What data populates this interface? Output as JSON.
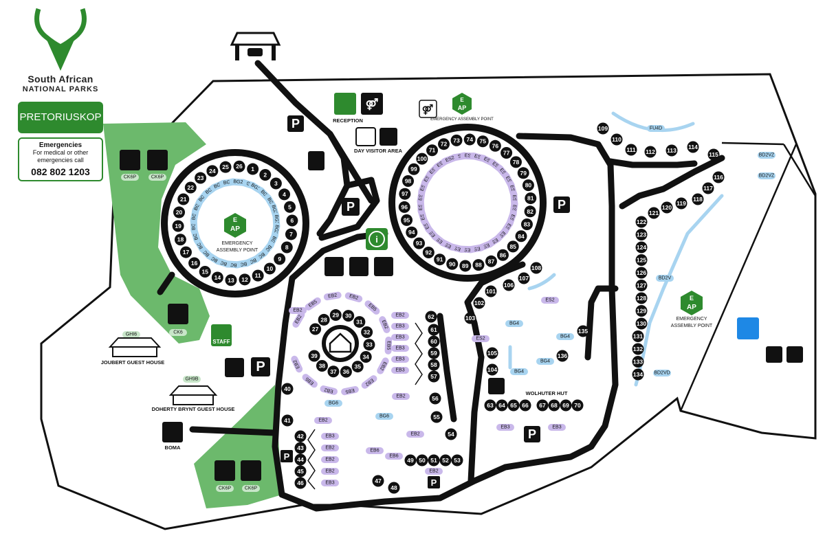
{
  "header": {
    "org_line1": "South African",
    "org_line2": "NATIONAL PARKS",
    "park_name": "PRETORIUSKOP",
    "emergency_title": "Emergencies",
    "emergency_line1": "For medical or other",
    "emergency_line2": "emergencies call",
    "emergency_phone": "082 802 1203"
  },
  "colors": {
    "brand_green": "#2e8a2e",
    "camp_green": "#6cb96c",
    "road": "#111111",
    "site_blue": "#a8d4f0",
    "site_purple": "#c9b8ea",
    "pool_blue": "#1e88e5"
  },
  "labels": {
    "reception": "RECEPTION",
    "day_visitor": "DAY VISITOR AREA",
    "eap_top": "EMERGENCY ASSEMBLY POINT",
    "eap_left_1": "EMERGENCY",
    "eap_left_2": "ASSEMBLY POINT",
    "eap_right_1": "EMERGENCY",
    "eap_right_2": "ASSEMBLY POINT",
    "eap_e": "E",
    "eap_ap": "AP",
    "joubert": "JOUBERT GUEST HOUSE",
    "doherty": "DOHERTY BRYNT GUEST HOUSE",
    "boma": "BOMA",
    "staff": "STAFF",
    "wolhuter": "WOLHUTER HUT",
    "parking": "P"
  },
  "left_circle_numbers": [
    "1",
    "2",
    "3",
    "4",
    "5",
    "6",
    "7",
    "8",
    "9",
    "10",
    "11",
    "12",
    "13",
    "14",
    "15",
    "16",
    "17",
    "18",
    "19",
    "20",
    "21",
    "22",
    "23",
    "24",
    "25",
    "26"
  ],
  "left_circle_tags": [
    "BG2",
    "BG2D",
    "BG2",
    "BG2",
    "BG2D",
    "BG2D",
    "BG2D",
    "BG2",
    "BG2",
    "BG2",
    "BG2",
    "BG2",
    "BG2",
    "BG2",
    "BG2",
    "BG2",
    "BG2",
    "BG2",
    "BG2",
    "BG2",
    "BG2",
    "BG2",
    "BG2",
    "BG2",
    "BG2",
    "BG2"
  ],
  "right_circle_numbers": [
    "73",
    "74",
    "75",
    "76",
    "77",
    "78",
    "79",
    "80",
    "81",
    "82",
    "83",
    "84",
    "85",
    "86",
    "87",
    "88",
    "89",
    "90",
    "91",
    "92",
    "93",
    "94",
    "95",
    "96",
    "97",
    "98",
    "99",
    "100",
    "71",
    "72"
  ],
  "right_circle_tag": "ES2",
  "hub_numbers": [
    "27",
    "28",
    "29",
    "30",
    "31",
    "32",
    "33",
    "34",
    "35",
    "36",
    "37",
    "38",
    "39"
  ],
  "hub_tags": [
    "EB2",
    "EB5",
    "EB2",
    "EB2",
    "EB5",
    "EB2",
    "EB5",
    "EB2",
    "EB2",
    "EB5",
    "EB2",
    "EB5",
    "EB2"
  ],
  "column_61_57": [
    "61",
    "60",
    "59",
    "58",
    "57"
  ],
  "column_61_57_tags": [
    "EB2",
    "EB3",
    "EB3",
    "EB3",
    "EB3",
    "EB3"
  ],
  "left_column": [
    "42",
    "43",
    "44",
    "45",
    "46"
  ],
  "left_column_tags": [
    "EB3",
    "EB2",
    "EB2",
    "EB2",
    "EB3"
  ],
  "bottom_row": [
    "49",
    "50",
    "51",
    "52",
    "53"
  ],
  "row_63_66": [
    "63",
    "64",
    "65",
    "66"
  ],
  "row_67_70": [
    "67",
    "68",
    "69",
    "70"
  ],
  "east_arc": [
    "109",
    "110",
    "111",
    "112",
    "113",
    "114"
  ],
  "east_column": [
    "122",
    "123",
    "124",
    "125",
    "126",
    "127",
    "128",
    "129",
    "130",
    "131",
    "132",
    "133",
    "134"
  ],
  "east_upper": [
    "115",
    "116",
    "117",
    "118",
    "119",
    "120",
    "121"
  ],
  "misc_numbers": {
    "n40": "40",
    "n41": "41",
    "n47": "47",
    "n48": "48",
    "n54": "54",
    "n55": "55",
    "n56": "56",
    "n62": "62",
    "n101": "101",
    "n102": "102",
    "n103": "103",
    "n104": "104",
    "n105": "105",
    "n106": "106",
    "n107": "107",
    "n108": "108",
    "n135": "135",
    "n136": "136"
  },
  "misc_tags": {
    "ck6p_a": "CK6P",
    "ck6p_b": "CK6P",
    "ck6": "CK6",
    "ck6p_c": "CK6P",
    "ck6p_d": "CK6P",
    "ghi6": "GHI6",
    "gh9b": "GH9B",
    "fu4d": "FU4D",
    "bd2vz_a": "BD2VZ",
    "bd2vz_b": "BD2VZ",
    "bd2v": "BD2V",
    "bd2vd": "BD2VD",
    "es2_a": "ES2",
    "es2_b": "ES2",
    "bg4_a": "BG4",
    "bg4_b": "BG4",
    "bg4_c": "BG4",
    "bg4_d": "BG4",
    "bg6_a": "BG6",
    "bg6_b": "BG6",
    "eb3_a": "EB3",
    "eb3_b": "EB3",
    "eb2_a": "EB2",
    "eb2_b": "EB2",
    "eb2_c": "EB2",
    "eb2_d": "EB2",
    "eb6_a": "EB6",
    "eb6_b": "EB6",
    "eb2_e": "EB2"
  }
}
